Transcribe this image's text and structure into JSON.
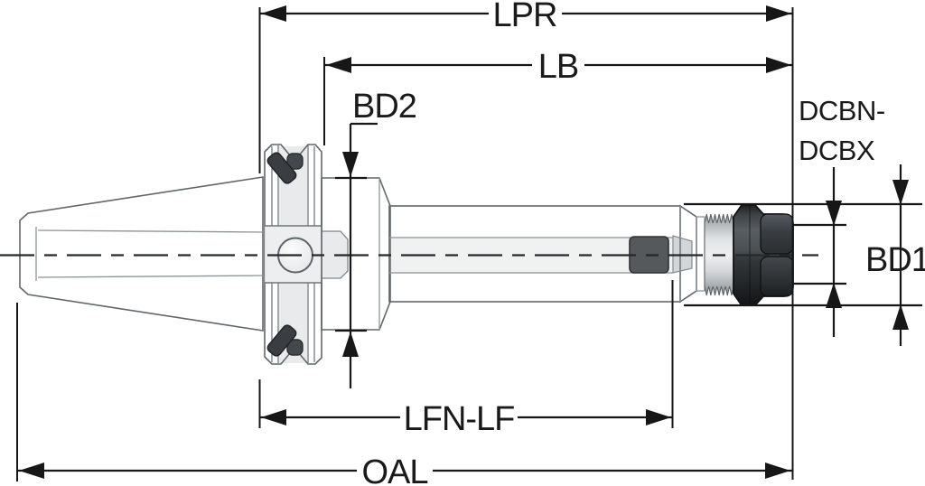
{
  "diagram": {
    "kind": "technical-dimension-drawing",
    "subject": "collet-chuck-tool-holder-side-view",
    "labels": {
      "lpr": "LPR",
      "lb": "LB",
      "bd2": "BD2",
      "dcbn_line1": "DCBN-",
      "dcbn_line2": "DCBX",
      "bd1": "BD1",
      "lfn_lf": "LFN-LF",
      "oal": "OAL"
    },
    "colors": {
      "background": "#ffffff",
      "dimension_lines": "#171717",
      "part_outline": "#60676c",
      "part_highlight": "#fafbfb",
      "part_shadow": "#9aa1a5",
      "collet_nut": "#26292c",
      "drive_key": "#3a3e42"
    }
  }
}
